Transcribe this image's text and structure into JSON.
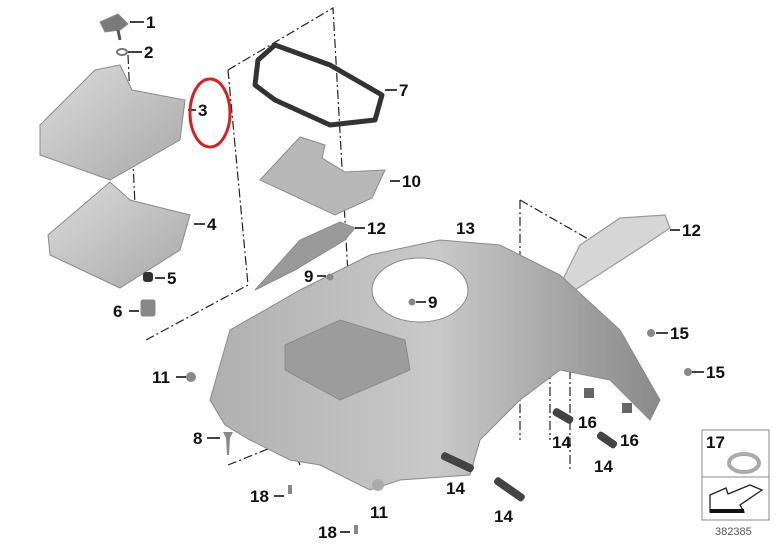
{
  "diagram": {
    "type": "exploded parts diagram",
    "diagram_number": "382385",
    "highlight": {
      "part": "3",
      "shape": "ellipse",
      "color": "#d92020"
    },
    "colors": {
      "part_fill": "#c8c8c8",
      "part_dark": "#8f8f8f",
      "seal": "#3a3a3a",
      "label": "#111111"
    },
    "labels": {
      "p1": "1",
      "p2": "2",
      "p3": "3",
      "p4": "4",
      "p5": "5",
      "p6": "6",
      "p7": "7",
      "p8": "8",
      "p9a": "9",
      "p9b": "9",
      "p10": "10",
      "p11a": "11",
      "p11b": "11",
      "p12a": "12",
      "p12b": "12",
      "p13": "13",
      "p14a": "14",
      "p14b": "14",
      "p14c": "14",
      "p14d": "14",
      "p15a": "15",
      "p15b": "15",
      "p16a": "16",
      "p16b": "16",
      "p17": "17",
      "p18a": "18",
      "p18b": "18"
    },
    "legend_box": {
      "item": "17",
      "icon": "washer-icon",
      "arrow": "arrow-icon"
    }
  }
}
